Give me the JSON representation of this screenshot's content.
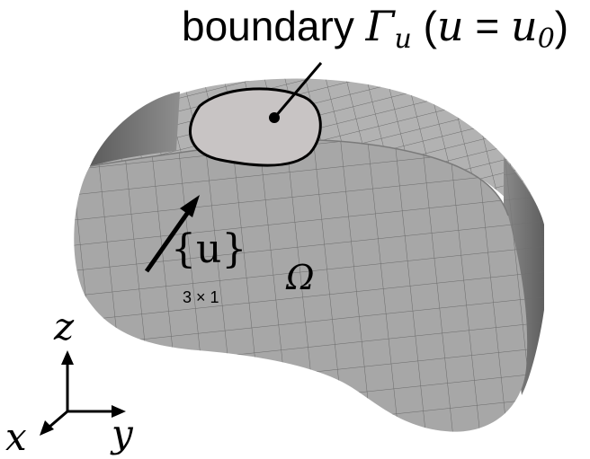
{
  "title": {
    "word": "boundary",
    "gamma": "Γ",
    "gamma_sub": "u",
    "open_paren": "(",
    "u": "u",
    "equals": " = ",
    "u0": "u",
    "u0_sub": "0",
    "close_paren": ")"
  },
  "vector_label": {
    "text": "{u}",
    "dims": "3 × 1"
  },
  "domain_label": "Ω",
  "axes": {
    "z": "z",
    "y": "y",
    "x": "x"
  },
  "colors": {
    "side_face": "#a7a7a7",
    "top_face": "#b2b2b2",
    "patch": "#c8c4c4",
    "mesh_line": "#6a6a6a",
    "outline": "#000000"
  }
}
